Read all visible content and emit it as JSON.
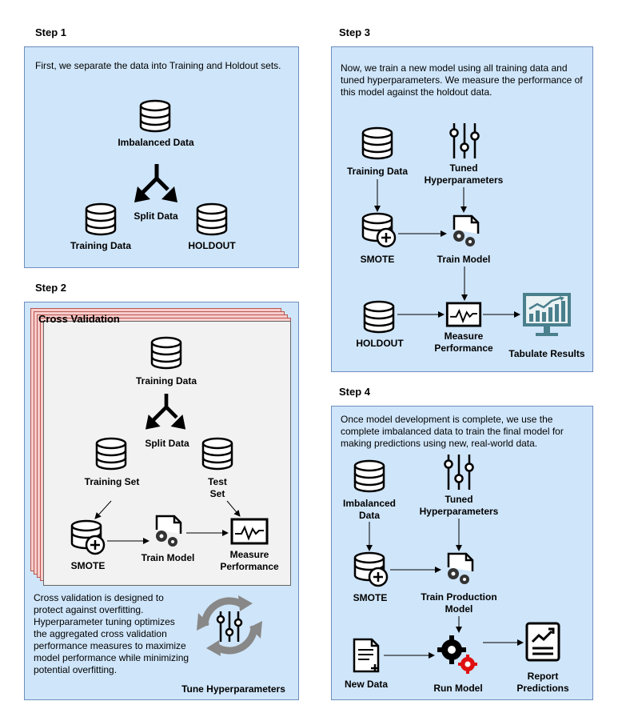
{
  "step1": {
    "title": "Step 1",
    "description": "First, we separate the data into Training and Holdout sets.",
    "imbalanced_data": "Imbalanced Data",
    "split_data": "Split Data",
    "training_data": "Training Data",
    "holdout": "HOLDOUT"
  },
  "step2": {
    "title": "Step 2",
    "cv_title": "Cross Validation",
    "training_data": "Training Data",
    "split_data": "Split Data",
    "training_set": "Training Set",
    "test_set": "Test Set",
    "smote": "SMOTE",
    "train_model": "Train Model",
    "measure_performance": "Measure Performance",
    "description": "Cross validation is designed to protect against overfitting. Hyperparameter tuning optimizes the aggregated cross validation performance measures to maximize model performance while minimizing potential overfitting.",
    "tune_hyperparameters": "Tune Hyperparameters"
  },
  "step3": {
    "title": "Step 3",
    "description": "Now, we train a new model using all training data and tuned hyperparameters. We measure the performance of this model against the holdout data.",
    "training_data": "Training Data",
    "tuned_hyperparameters": "Tuned Hyperparameters",
    "smote": "SMOTE",
    "train_model": "Train Model",
    "holdout": "HOLDOUT",
    "measure_performance": "Measure Performance",
    "tabulate_results": "Tabulate Results"
  },
  "step4": {
    "title": "Step 4",
    "description": "Once model development is complete, we use the complete imbalanced data to train the final model for making predictions using new, real-world data.",
    "imbalanced_data": "Imbalanced Data",
    "tuned_hyperparameters": "Tuned Hyperparameters",
    "smote": "SMOTE",
    "train_production_model": "Train Production Model",
    "new_data": "New Data",
    "run_model": "Run Model",
    "report_predictions": "Report Predictions"
  },
  "colors": {
    "panel_fill": "#cfe5f9",
    "panel_border": "#6c8ebf",
    "cv_card_fill": "#f8cecc",
    "cv_main_fill": "#f2f2f2",
    "dashboard_teal": "#4a7f8c",
    "cycle_gray": "#888888",
    "gear_red": "#e01010"
  },
  "icons": [
    "database-icon",
    "database-plus-icon",
    "sliders-icon",
    "gears-doc-icon",
    "monitor-wave-icon",
    "dashboard-chart-icon",
    "split-arrows-icon",
    "cycle-arrows-icon",
    "new-data-doc-icon",
    "report-chart-icon",
    "run-gears-icon"
  ]
}
